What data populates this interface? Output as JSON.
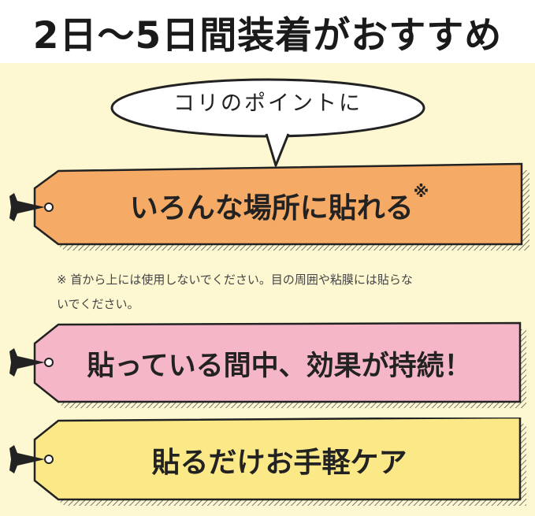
{
  "header": {
    "title": "2日〜5日間装着がおすすめ"
  },
  "colors": {
    "panel": "#fdf8d2",
    "tag1": "#f5aa66",
    "tag2": "#f5b6c8",
    "tag3": "#fbe988",
    "ink": "#222222"
  },
  "bubble": {
    "text": "コリのポイントに"
  },
  "tags": [
    {
      "label": "いろんな場所に貼れる",
      "mark": "※"
    },
    {
      "label": "貼っている間中、効果が持続！"
    },
    {
      "label": "貼るだけお手軽ケア"
    }
  ],
  "note": {
    "line1": "※ 首から上には使用しないでください。目の周囲や粘膜には貼らな",
    "line2": "いでください。"
  }
}
